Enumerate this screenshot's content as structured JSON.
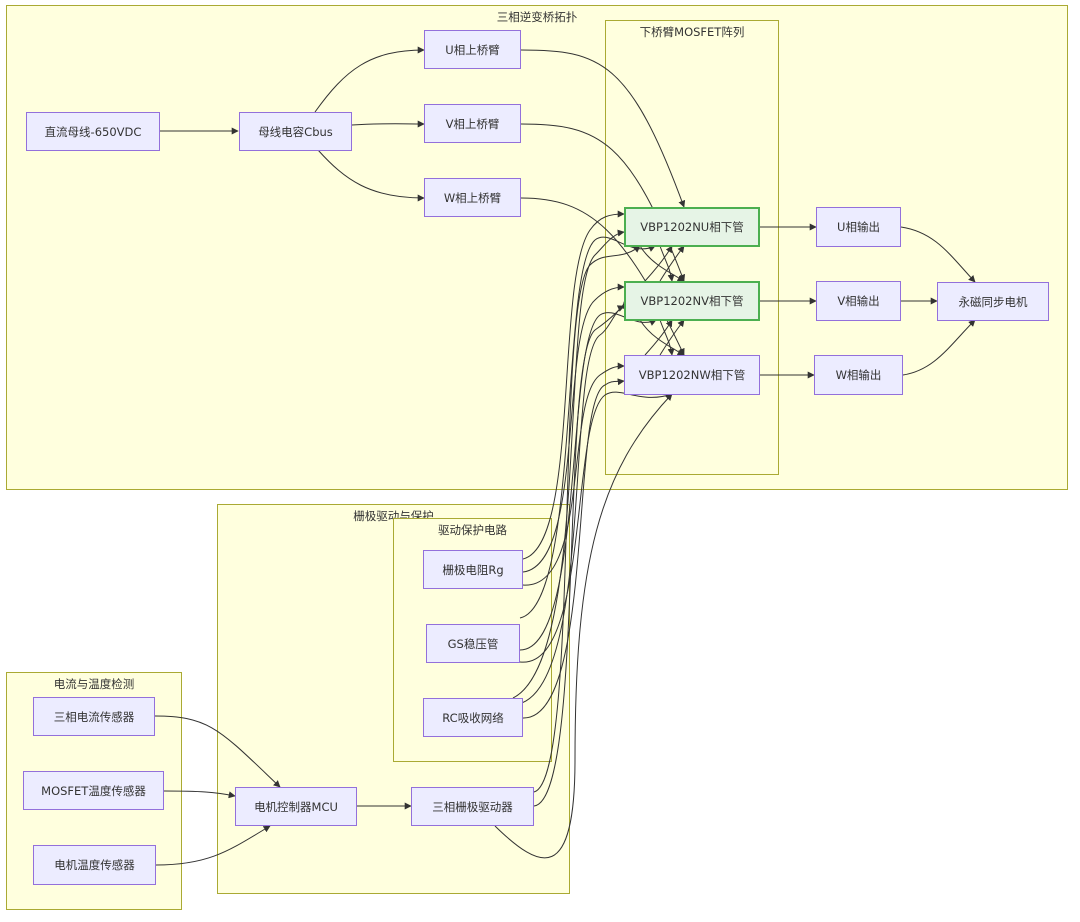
{
  "clusters": {
    "inverter": "三相逆变桥拓扑",
    "lower_mosfet": "下桥臂MOSFET阵列",
    "gate_drive": "栅极驱动与保护",
    "protection": "驱动保护电路",
    "sensing": "电流与温度检测"
  },
  "nodes": {
    "dc_bus": "直流母线-650VDC",
    "cbus": "母线电容Cbus",
    "u_upper": "U相上桥臂",
    "v_upper": "V相上桥臂",
    "w_upper": "W相上桥臂",
    "nu": "VBP1202NU相下管",
    "nv": "VBP1202NV相下管",
    "nw": "VBP1202NW相下管",
    "u_out": "U相输出",
    "v_out": "V相输出",
    "w_out": "W相输出",
    "motor": "永磁同步电机",
    "rg": "栅极电阻Rg",
    "gs_zener": "GS稳压管",
    "rc_snubber": "RC吸收网络",
    "current_sensor": "三相电流传感器",
    "mosfet_temp": "MOSFET温度传感器",
    "motor_temp": "电机温度传感器",
    "mcu": "电机控制器MCU",
    "gate_driver": "三相栅极驱动器"
  },
  "colors": {
    "cluster_fill": "#ffffde",
    "cluster_border": "#aaaa33",
    "node_fill": "#ececff",
    "node_border": "#9370db",
    "highlight_fill": "#e6f4e6",
    "highlight_border": "#4caf50",
    "edge": "#333333"
  }
}
